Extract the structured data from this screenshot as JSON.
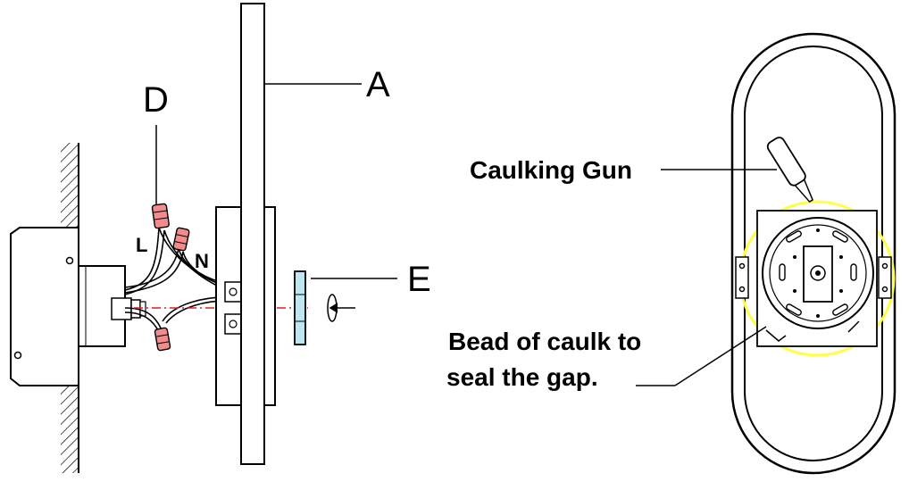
{
  "labels": {
    "a": "A",
    "d": "D",
    "e": "E",
    "l": "L",
    "n": "N",
    "caulking_gun": "Caulking Gun",
    "bead_line1": "Bead of caulk to",
    "bead_line2": "seal the gap."
  },
  "colors": {
    "wire_nut": "#f28b8b",
    "centerline": "#e0201a",
    "caulk_bead": "#ffff44",
    "screw_fill": "#bfe6f2",
    "line": "#000000"
  }
}
